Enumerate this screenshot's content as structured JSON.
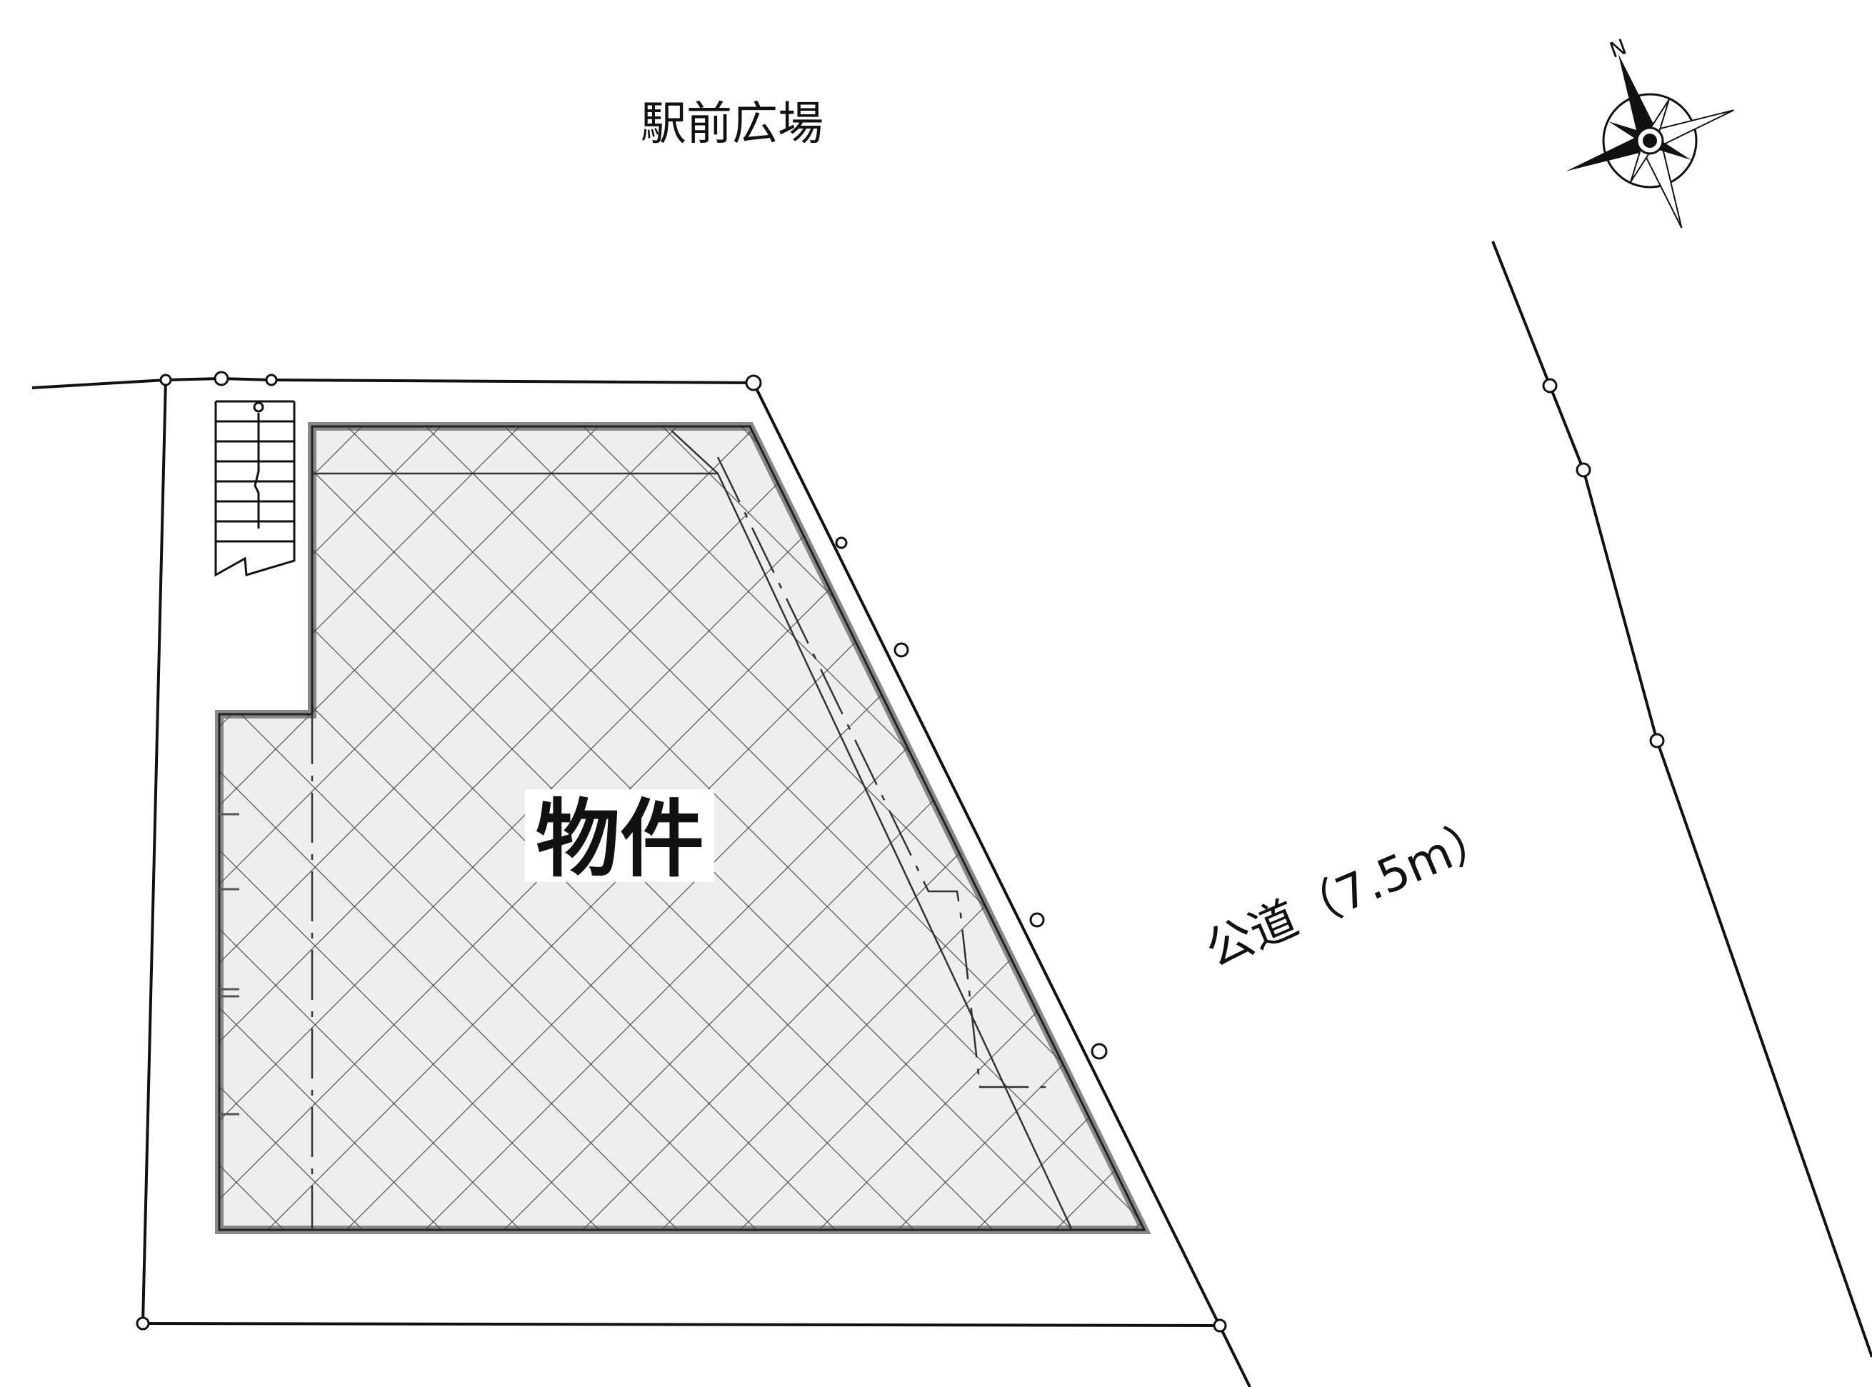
{
  "labels": {
    "station_plaza": "駅前広場",
    "property": "物件",
    "public_road": "公道（7.5m）",
    "north": "N"
  },
  "colors": {
    "line": "#111111",
    "hatch": "#444444",
    "building_fill": "#eeeeee",
    "background": "#ffffff"
  },
  "icons": {
    "compass": "compass-rose-icon",
    "stairs": "stairs-icon"
  }
}
